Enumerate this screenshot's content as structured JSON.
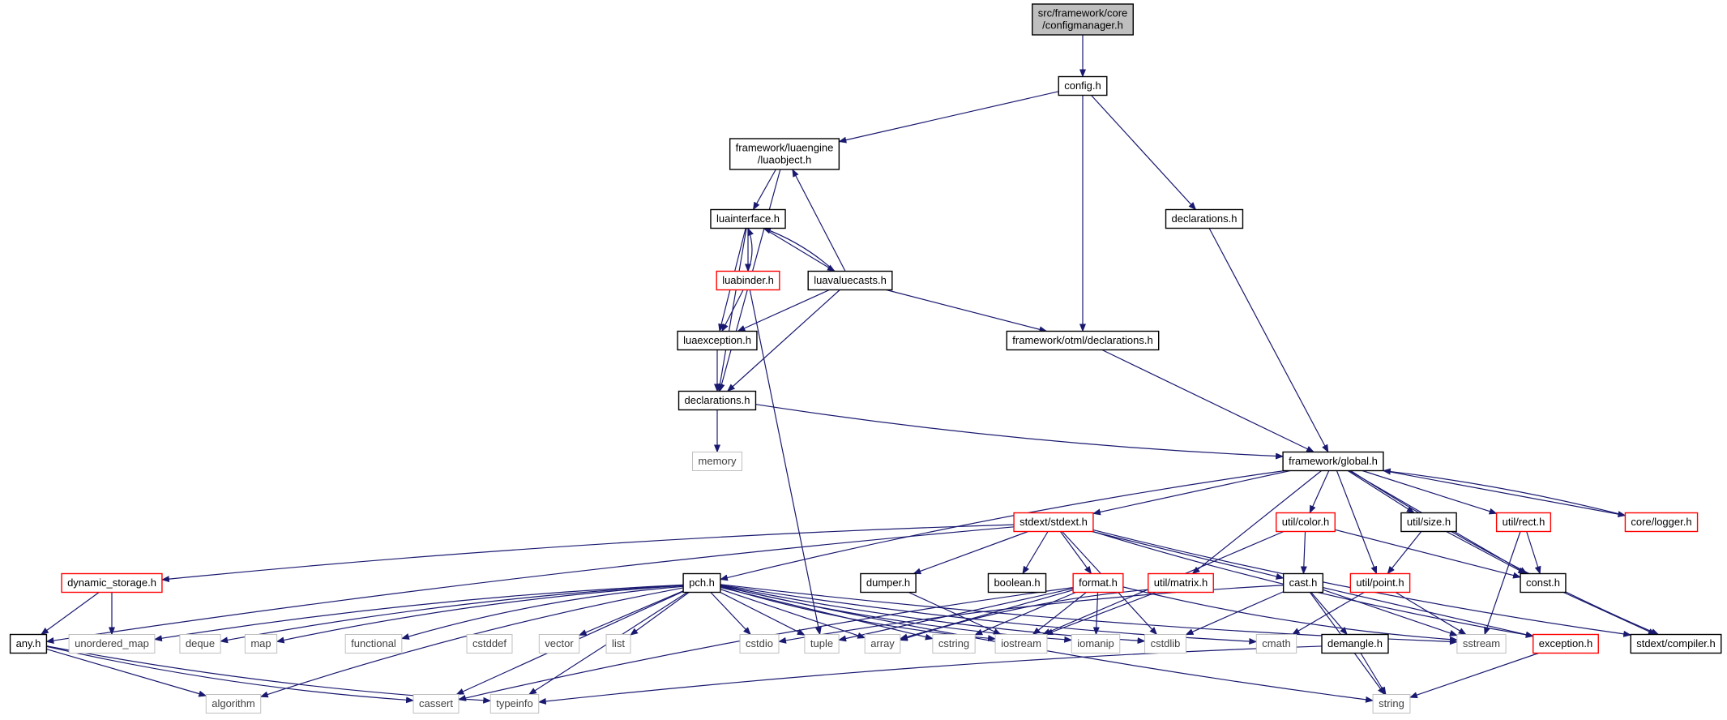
{
  "colors": {
    "edge": "#191970",
    "border_documented": "#000000",
    "border_truncated": "#ff0000",
    "border_system": "#bfbfbf",
    "root_fill": "#bfbfbf",
    "text": "#000000",
    "system_text": "#404040"
  },
  "nodes": [
    {
      "id": "root",
      "lines": [
        "src/framework/core",
        "/configmanager.h"
      ],
      "style": "root"
    },
    {
      "id": "config",
      "lines": [
        "config.h"
      ],
      "style": "normal"
    },
    {
      "id": "luaobject",
      "lines": [
        "framework/luaengine",
        "/luaobject.h"
      ],
      "style": "normal"
    },
    {
      "id": "declarations_root",
      "lines": [
        "declarations.h"
      ],
      "style": "normal"
    },
    {
      "id": "luainterface",
      "lines": [
        "luainterface.h"
      ],
      "style": "normal"
    },
    {
      "id": "luabinder",
      "lines": [
        "luabinder.h"
      ],
      "style": "truncated"
    },
    {
      "id": "luavaluecasts",
      "lines": [
        "luavaluecasts.h"
      ],
      "style": "normal"
    },
    {
      "id": "luaexception",
      "lines": [
        "luaexception.h"
      ],
      "style": "normal"
    },
    {
      "id": "otml_declarations",
      "lines": [
        "framework/otml/declarations.h"
      ],
      "style": "normal"
    },
    {
      "id": "lua_declarations",
      "lines": [
        "declarations.h"
      ],
      "style": "normal"
    },
    {
      "id": "memory",
      "lines": [
        "memory"
      ],
      "style": "system"
    },
    {
      "id": "global",
      "lines": [
        "framework/global.h"
      ],
      "style": "normal"
    },
    {
      "id": "stdext",
      "lines": [
        "stdext/stdext.h"
      ],
      "style": "truncated"
    },
    {
      "id": "color",
      "lines": [
        "util/color.h"
      ],
      "style": "truncated"
    },
    {
      "id": "size",
      "lines": [
        "util/size.h"
      ],
      "style": "normal"
    },
    {
      "id": "rect",
      "lines": [
        "util/rect.h"
      ],
      "style": "truncated"
    },
    {
      "id": "logger",
      "lines": [
        "core/logger.h"
      ],
      "style": "truncated"
    },
    {
      "id": "dynamic_storage",
      "lines": [
        "dynamic_storage.h"
      ],
      "style": "truncated"
    },
    {
      "id": "pch",
      "lines": [
        "pch.h"
      ],
      "style": "normal"
    },
    {
      "id": "dumper",
      "lines": [
        "dumper.h"
      ],
      "style": "normal"
    },
    {
      "id": "boolean",
      "lines": [
        "boolean.h"
      ],
      "style": "normal"
    },
    {
      "id": "format",
      "lines": [
        "format.h"
      ],
      "style": "truncated"
    },
    {
      "id": "matrix",
      "lines": [
        "util/matrix.h"
      ],
      "style": "truncated"
    },
    {
      "id": "cast",
      "lines": [
        "cast.h"
      ],
      "style": "normal"
    },
    {
      "id": "point",
      "lines": [
        "util/point.h"
      ],
      "style": "truncated"
    },
    {
      "id": "const",
      "lines": [
        "const.h"
      ],
      "style": "normal"
    },
    {
      "id": "any",
      "lines": [
        "any.h"
      ],
      "style": "normal"
    },
    {
      "id": "unordered_map",
      "lines": [
        "unordered_map"
      ],
      "style": "system"
    },
    {
      "id": "deque",
      "lines": [
        "deque"
      ],
      "style": "system"
    },
    {
      "id": "map",
      "lines": [
        "map"
      ],
      "style": "system"
    },
    {
      "id": "functional",
      "lines": [
        "functional"
      ],
      "style": "system"
    },
    {
      "id": "cstddef",
      "lines": [
        "cstddef"
      ],
      "style": "system"
    },
    {
      "id": "vector",
      "lines": [
        "vector"
      ],
      "style": "system"
    },
    {
      "id": "list",
      "lines": [
        "list"
      ],
      "style": "system"
    },
    {
      "id": "cstdio",
      "lines": [
        "cstdio"
      ],
      "style": "system"
    },
    {
      "id": "tuple",
      "lines": [
        "tuple"
      ],
      "style": "system"
    },
    {
      "id": "array",
      "lines": [
        "array"
      ],
      "style": "system"
    },
    {
      "id": "cstring",
      "lines": [
        "cstring"
      ],
      "style": "system"
    },
    {
      "id": "iostream",
      "lines": [
        "iostream"
      ],
      "style": "system"
    },
    {
      "id": "iomanip",
      "lines": [
        "iomanip"
      ],
      "style": "system"
    },
    {
      "id": "cstdlib",
      "lines": [
        "cstdlib"
      ],
      "style": "system"
    },
    {
      "id": "cmath",
      "lines": [
        "cmath"
      ],
      "style": "system"
    },
    {
      "id": "demangle",
      "lines": [
        "demangle.h"
      ],
      "style": "normal"
    },
    {
      "id": "sstream",
      "lines": [
        "sstream"
      ],
      "style": "system"
    },
    {
      "id": "exception",
      "lines": [
        "exception.h"
      ],
      "style": "truncated"
    },
    {
      "id": "compiler",
      "lines": [
        "stdext/compiler.h"
      ],
      "style": "normal"
    },
    {
      "id": "algorithm",
      "lines": [
        "algorithm"
      ],
      "style": "system"
    },
    {
      "id": "cassert",
      "lines": [
        "cassert"
      ],
      "style": "system"
    },
    {
      "id": "typeinfo",
      "lines": [
        "typeinfo"
      ],
      "style": "system"
    },
    {
      "id": "string",
      "lines": [
        "string"
      ],
      "style": "system"
    }
  ],
  "edges": [
    [
      "root",
      "config"
    ],
    [
      "config",
      "luaobject"
    ],
    [
      "config",
      "declarations_root"
    ],
    [
      "config",
      "otml_declarations"
    ],
    [
      "luaobject",
      "luainterface"
    ],
    [
      "luaobject",
      "lua_declarations"
    ],
    [
      "luainterface",
      "luabinder"
    ],
    [
      "luainterface",
      "luavaluecasts"
    ],
    [
      "luainterface",
      "luaexception"
    ],
    [
      "luainterface",
      "lua_declarations"
    ],
    [
      "luabinder",
      "luainterface"
    ],
    [
      "luabinder",
      "luaexception"
    ],
    [
      "luabinder",
      "tuple"
    ],
    [
      "luavaluecasts",
      "luaobject"
    ],
    [
      "luavaluecasts",
      "luainterface"
    ],
    [
      "luavaluecasts",
      "luaexception"
    ],
    [
      "luavaluecasts",
      "lua_declarations"
    ],
    [
      "luavaluecasts",
      "otml_declarations"
    ],
    [
      "luaexception",
      "lua_declarations"
    ],
    [
      "lua_declarations",
      "memory"
    ],
    [
      "lua_declarations",
      "global"
    ],
    [
      "declarations_root",
      "global"
    ],
    [
      "otml_declarations",
      "global"
    ],
    [
      "global",
      "stdext"
    ],
    [
      "global",
      "pch"
    ],
    [
      "global",
      "color"
    ],
    [
      "global",
      "size"
    ],
    [
      "global",
      "rect"
    ],
    [
      "global",
      "logger"
    ],
    [
      "global",
      "matrix"
    ],
    [
      "global",
      "point"
    ],
    [
      "global",
      "const"
    ],
    [
      "global",
      "compiler"
    ],
    [
      "logger",
      "global"
    ],
    [
      "stdext",
      "dynamic_storage"
    ],
    [
      "stdext",
      "any"
    ],
    [
      "stdext",
      "dumper"
    ],
    [
      "stdext",
      "boolean"
    ],
    [
      "stdext",
      "format"
    ],
    [
      "stdext",
      "cast"
    ],
    [
      "stdext",
      "exception"
    ],
    [
      "stdext",
      "compiler"
    ],
    [
      "stdext",
      "cstdlib"
    ],
    [
      "dynamic_storage",
      "any"
    ],
    [
      "dynamic_storage",
      "unordered_map"
    ],
    [
      "any",
      "algorithm"
    ],
    [
      "any",
      "cassert"
    ],
    [
      "any",
      "typeinfo"
    ],
    [
      "pch",
      "unordered_map"
    ],
    [
      "pch",
      "deque"
    ],
    [
      "pch",
      "map"
    ],
    [
      "pch",
      "functional"
    ],
    [
      "pch",
      "vector"
    ],
    [
      "pch",
      "list"
    ],
    [
      "pch",
      "cstdio"
    ],
    [
      "pch",
      "tuple"
    ],
    [
      "pch",
      "array"
    ],
    [
      "pch",
      "cstring"
    ],
    [
      "pch",
      "iostream"
    ],
    [
      "pch",
      "iomanip"
    ],
    [
      "pch",
      "cstdlib"
    ],
    [
      "pch",
      "cmath"
    ],
    [
      "pch",
      "sstream"
    ],
    [
      "pch",
      "algorithm"
    ],
    [
      "pch",
      "cassert"
    ],
    [
      "pch",
      "typeinfo"
    ],
    [
      "pch",
      "string"
    ],
    [
      "dumper",
      "iostream"
    ],
    [
      "format",
      "tuple"
    ],
    [
      "format",
      "array"
    ],
    [
      "format",
      "cstring"
    ],
    [
      "format",
      "iostream"
    ],
    [
      "format",
      "iomanip"
    ],
    [
      "format",
      "sstream"
    ],
    [
      "format",
      "cassert"
    ],
    [
      "matrix",
      "array"
    ],
    [
      "matrix",
      "iostream"
    ],
    [
      "color",
      "cast"
    ],
    [
      "color",
      "const"
    ],
    [
      "color",
      "iostream"
    ],
    [
      "size",
      "point"
    ],
    [
      "size",
      "const"
    ],
    [
      "rect",
      "const"
    ],
    [
      "rect",
      "sstream"
    ],
    [
      "cast",
      "demangle"
    ],
    [
      "cast",
      "exception"
    ],
    [
      "cast",
      "sstream"
    ],
    [
      "cast",
      "cstdlib"
    ],
    [
      "cast",
      "cstdio"
    ],
    [
      "cast",
      "string"
    ],
    [
      "point",
      "cmath"
    ],
    [
      "point",
      "sstream"
    ],
    [
      "demangle",
      "string"
    ],
    [
      "demangle",
      "typeinfo"
    ],
    [
      "exception",
      "string"
    ],
    [
      "const",
      "compiler"
    ]
  ]
}
